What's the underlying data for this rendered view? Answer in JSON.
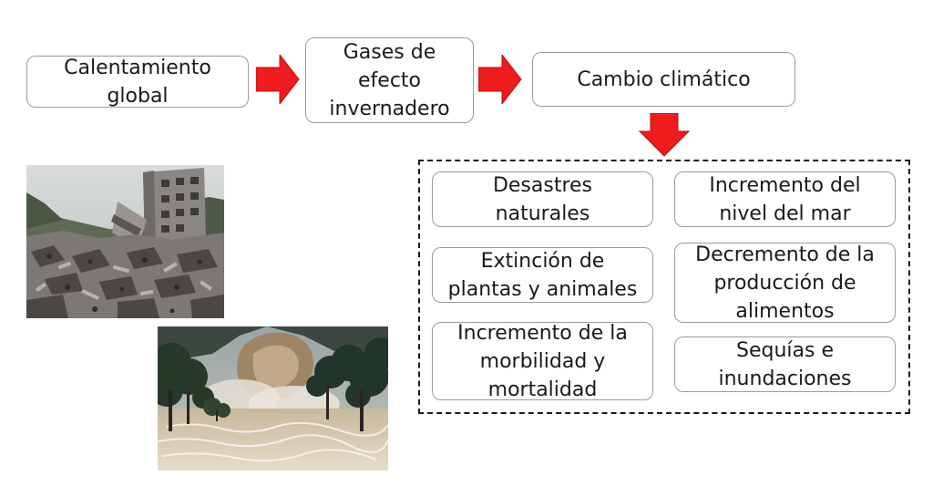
{
  "flow": {
    "step1": "Calentamiento\nglobal",
    "step2": "Gases de\nefecto\ninvernadero",
    "step3": "Cambio climático"
  },
  "effects": {
    "left": [
      "Desastres\nnaturales",
      "Extinción de\nplantas y animales",
      "Incremento de la\nmorbilidad y\nmortalidad"
    ],
    "right": [
      "Incremento del\nnivel del mar",
      "Decremento de la\nproducción de\nalimentos",
      "Sequías e\ninundaciones"
    ]
  },
  "colors": {
    "arrow": "#ee1c1c",
    "box_border": "#9c9c9c",
    "dashed_border": "#1a1a1a"
  },
  "images": [
    {
      "name": "collapsed-building-photo"
    },
    {
      "name": "flood-photo"
    }
  ]
}
